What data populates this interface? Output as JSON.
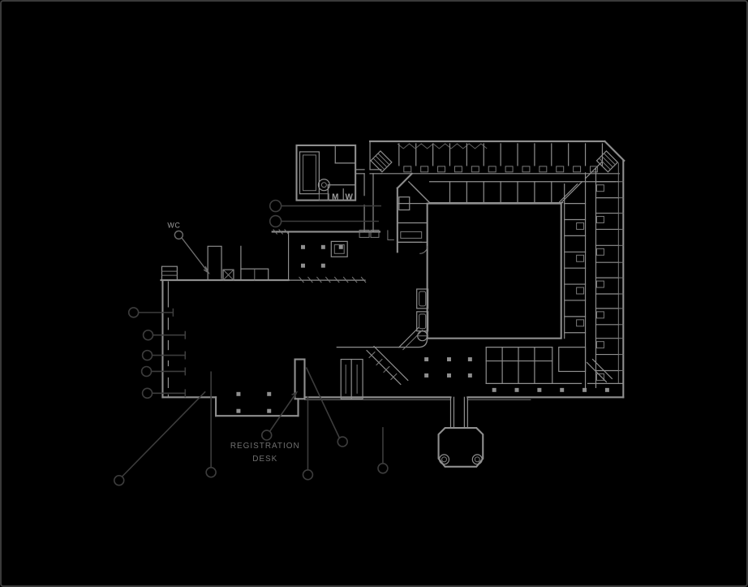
{
  "window": {
    "background": "#000000",
    "border_color": "#3a3a3a"
  },
  "drawing": {
    "wall_color": "#8f8f8f",
    "wall_dim_color": "#7a7a7a",
    "callout_color": "#3d3d3d",
    "wc_callout_color": "#6e6e6e",
    "registration_text_color": "#707070",
    "room_text_color": "#9e9e9e"
  },
  "labels": {
    "wc": "WC",
    "mens": "M",
    "womens": "W",
    "registration_line1": "REGISTRATION",
    "registration_line2": "DESK"
  },
  "annotations": {
    "wc_callout": {
      "circle": [
        219,
        289,
        5
      ],
      "leader": [
        [
          223,
          293
        ],
        [
          256,
          336
        ]
      ],
      "arrow": [
        [
          250,
          332
        ],
        [
          256,
          336
        ],
        [
          252,
          328
        ]
      ]
    },
    "registration_callout": {
      "circle": [
        328,
        537,
        6
      ],
      "leader": [
        [
          332,
          532
        ],
        [
          365,
          484
        ]
      ],
      "arrow": [
        [
          359,
          487
        ],
        [
          365,
          484
        ],
        [
          362,
          491
        ]
      ]
    },
    "callouts": [
      {
        "circle": [
          163,
          385,
          6
        ],
        "leader": [
          [
            169,
            385
          ],
          [
            212,
            385
          ]
        ],
        "stub": true
      },
      {
        "circle": [
          181,
          413,
          6
        ],
        "leader": [
          [
            187,
            413
          ],
          [
            227,
            413
          ]
        ],
        "stub": true
      },
      {
        "circle": [
          180,
          438,
          6
        ],
        "leader": [
          [
            186,
            438
          ],
          [
            227,
            438
          ]
        ],
        "stub": true
      },
      {
        "circle": [
          179,
          458,
          6
        ],
        "leader": [
          [
            185,
            458
          ],
          [
            227,
            458
          ]
        ],
        "stub": true
      },
      {
        "circle": [
          180,
          485,
          6
        ],
        "leader": [
          [
            186,
            485
          ],
          [
            227,
            485
          ]
        ],
        "stub": true
      },
      {
        "circle": [
          339,
          253,
          7
        ],
        "leader": [
          [
            346,
            253
          ],
          [
            470,
            253
          ]
        ]
      },
      {
        "circle": [
          339,
          272,
          7
        ],
        "leader": [
          [
            346,
            272
          ],
          [
            467,
            272
          ]
        ]
      },
      {
        "circle": [
          145,
          593,
          6
        ],
        "leader": [
          [
            149,
            588
          ],
          [
            252,
            483
          ]
        ]
      },
      {
        "circle": [
          259,
          583,
          6
        ],
        "leader": [
          [
            259,
            577
          ],
          [
            259,
            458
          ]
        ]
      },
      {
        "circle": [
          379,
          586,
          6
        ],
        "leader": [
          [
            379,
            580
          ],
          [
            379,
            489
          ]
        ]
      },
      {
        "circle": [
          422,
          545,
          6
        ],
        "leader": [
          [
            418,
            540
          ],
          [
            377,
            453
          ]
        ]
      },
      {
        "circle": [
          472,
          578,
          6
        ],
        "leader": [
          [
            472,
            572
          ],
          [
            472,
            527
          ]
        ]
      }
    ]
  }
}
